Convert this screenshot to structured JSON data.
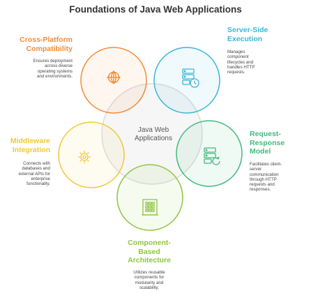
{
  "title": "Foundations of Java Web Applications",
  "center": {
    "line1": "Java Web",
    "line2": "Applications"
  },
  "colors": {
    "orange": "#F28C38",
    "blue": "#3AB7D8",
    "green": "#44B97C",
    "lime": "#8DC63F",
    "yellow": "#EFC93A",
    "center": "#DCDCDC"
  },
  "nodes": [
    {
      "id": "cross-platform",
      "icon": "globe-icon",
      "label_lines": [
        "Cross-Platform",
        "Compatibility"
      ],
      "desc_lines": [
        "Ensures deployment",
        "across diverse",
        "operating systems",
        "and environments."
      ]
    },
    {
      "id": "server-side",
      "icon": "server-clock-icon",
      "label_lines": [
        "Server-Side",
        "Execution"
      ],
      "desc_lines": [
        "Manages",
        "component",
        "lifecycles and",
        "handles HTTP",
        "requests."
      ]
    },
    {
      "id": "request-response",
      "icon": "server-refresh-icon",
      "label_lines": [
        "Request-",
        "Response",
        "Model"
      ],
      "desc_lines": [
        "Facilitates client-",
        "server",
        "communication",
        "through HTTP",
        "requests and",
        "responses."
      ]
    },
    {
      "id": "component-based",
      "icon": "building-icon",
      "label_lines": [
        "Component-",
        "Based",
        "Architecture"
      ],
      "desc_lines": [
        "Utilizes reusable",
        "components for",
        "modularity and",
        "scalability."
      ]
    },
    {
      "id": "middleware",
      "icon": "gears-icon",
      "label_lines": [
        "Middleware",
        "Integration"
      ],
      "desc_lines": [
        "Connects with",
        "databases and",
        "external APIs for",
        "enterprise",
        "functionality."
      ]
    }
  ]
}
